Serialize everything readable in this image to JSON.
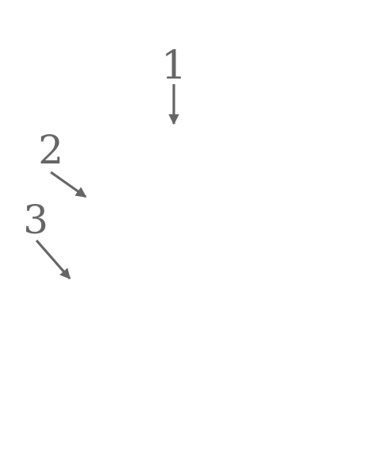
{
  "markers": [
    {
      "label": "1",
      "direction": "down"
    },
    {
      "label": "2",
      "direction": "down-right"
    },
    {
      "label": "3",
      "direction": "down-right"
    }
  ],
  "colors": {
    "stroke": "#666666",
    "background": "#ffffff"
  },
  "icons": [
    "arrow-icon",
    "arrow-icon",
    "arrow-icon"
  ]
}
